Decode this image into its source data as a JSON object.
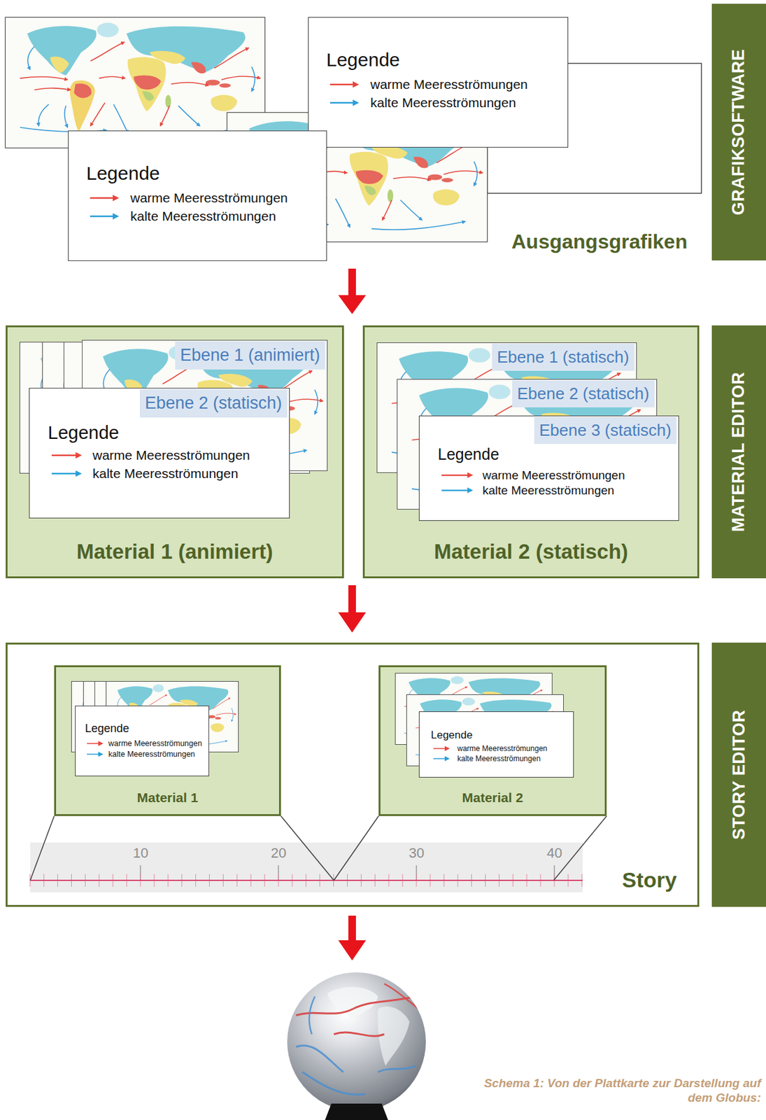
{
  "diagram": {
    "caption": "Schema 1: Von der Plattkarte zur Darstellung auf dem Globus:",
    "nodes": [
      {
        "text": [
          "Legende",
          "warme Meeresströmungen",
          "kalte Meeresströmungen"
        ]
      },
      {
        "text": [
          "Legende",
          "warme Meeresströmungen",
          "kalte Meeresströmungen"
        ]
      },
      {
        "text": [
          "GRAFIKSOFTWARE"
        ]
      },
      {
        "text": [
          "Material 1 (animiert)"
        ]
      },
      {
        "text": [
          "Ebene 1 (animiert)"
        ],
        "in": 3
      },
      {
        "text": [
          "Ebene 2 (statisch)",
          "Legende",
          "warme Meeresströmungen",
          "kalte Meeresströmungen"
        ],
        "in": 3
      },
      {
        "text": [
          "Material 2 (statisch)"
        ]
      },
      {
        "text": [
          "Ebene 1 (statisch)"
        ],
        "in": 6
      },
      {
        "text": [
          "Ebene 2 (statisch)"
        ],
        "in": 6
      },
      {
        "text": [
          "Ebene 3 (statisch)",
          "Legende",
          "warme Meeresströmungen",
          "kalte Meeresströmungen"
        ],
        "in": 6
      },
      {
        "text": [
          "MATERIAL EDITOR"
        ]
      },
      {
        "text": [
          "Story"
        ]
      },
      {
        "text": [
          "Material 1"
        ],
        "in": 11
      },
      {
        "text": [
          "Legende",
          "warme Meeresströmungen",
          "kalte Meeresströmungen"
        ],
        "in": 12
      },
      {
        "text": [
          "Material 2"
        ],
        "in": 11
      },
      {
        "text": [
          "Legende",
          "warme Meeresströmungen",
          "kalte Meeresströmungen"
        ],
        "in": 14
      },
      {
        "text": [
          "STORY EDITOR"
        ]
      }
    ],
    "labels": [
      "Ausgangsgrafiken",
      "10",
      "20",
      "30",
      "40"
    ]
  }
}
